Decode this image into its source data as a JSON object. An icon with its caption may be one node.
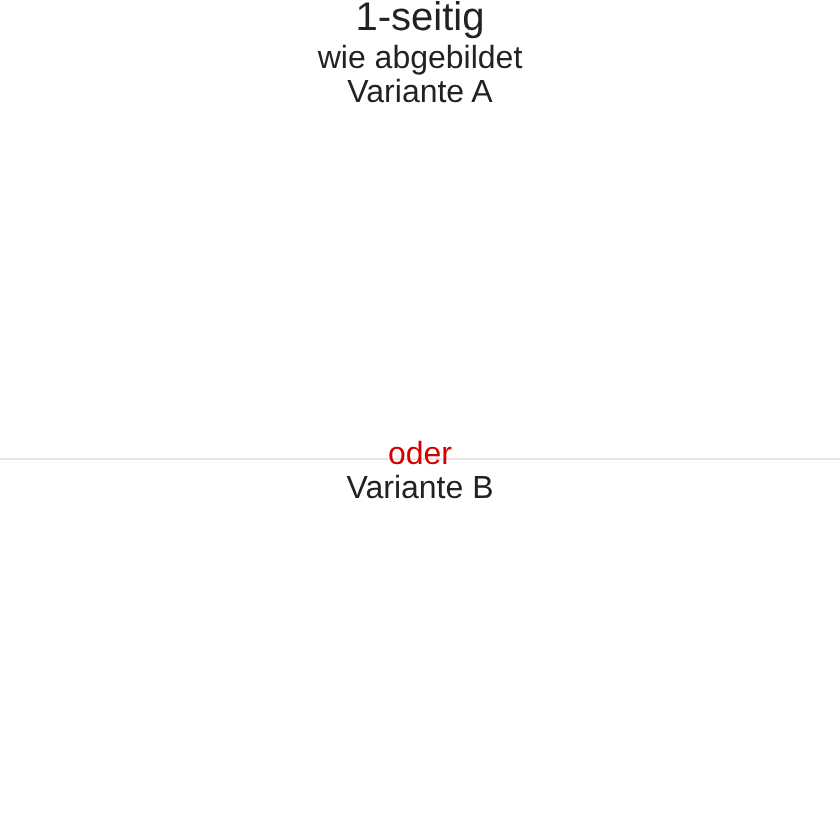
{
  "diagram": {
    "labels": [
      "1-seitig",
      "wie abgebildet",
      "Variante A",
      "oder",
      "Variante B"
    ]
  }
}
